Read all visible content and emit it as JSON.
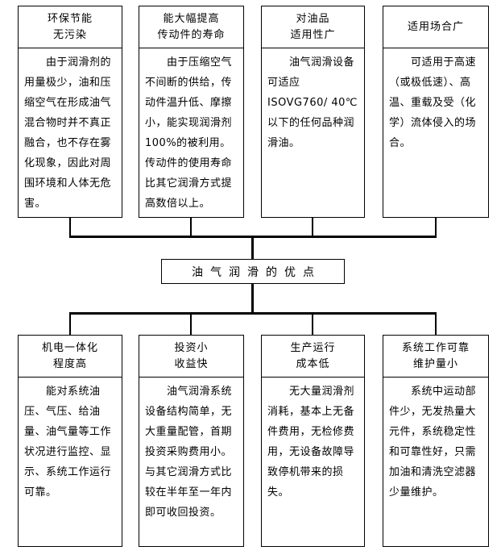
{
  "diagram": {
    "center": {
      "title": "油气润滑的优点"
    },
    "top_row": [
      {
        "title": "环保节能\n无污染",
        "body": "由于润滑剂的用量极少，油和压缩空气在形成油气混合物时并不真正融合，也不存在雾化现象，因此对周围环境和人体无危害。"
      },
      {
        "title": "能大幅提高\n传动件的寿命",
        "body": "由于压缩空气不间断的供给，传动件温升低、摩擦小，能实现润滑剂100%的被利用。传动件的使用寿命比其它润滑方式提高数倍以上。"
      },
      {
        "title": "对油品\n适用性广",
        "body": "油气润滑设备可适应 ISOVG760/ 40℃ 以下的任何品种润滑油。"
      },
      {
        "title": "适用场合广",
        "body": "可适用于高速（或极低速）、高温、重载及受（化学）流体侵入的场合。"
      }
    ],
    "bottom_row": [
      {
        "title": "机电一体化\n程度高",
        "body": "能对系统油压、气压、给油量、油气量等工作状况进行监控、显示、系统工作运行可靠。"
      },
      {
        "title": "投资小\n收益快",
        "body": "油气润滑系统设备结构简单，无大重量配管，首期投资采购费用小。与其它润滑方式比较在半年至一年内即可收回投资。"
      },
      {
        "title": "生产运行\n成本低",
        "body": "无大量润滑剂消耗，基本上无备件费用，无检修费用，无设备故障导致停机带来的损失。"
      },
      {
        "title": "系统工作可靠\n维护量小",
        "body": "系统中运动部件少，无发热量大元件，系统稳定性和可靠性好，只需加油和清洗空滤器少量维护。"
      }
    ],
    "colors": {
      "line": "#000000",
      "background": "#ffffff",
      "text": "#000000"
    }
  }
}
